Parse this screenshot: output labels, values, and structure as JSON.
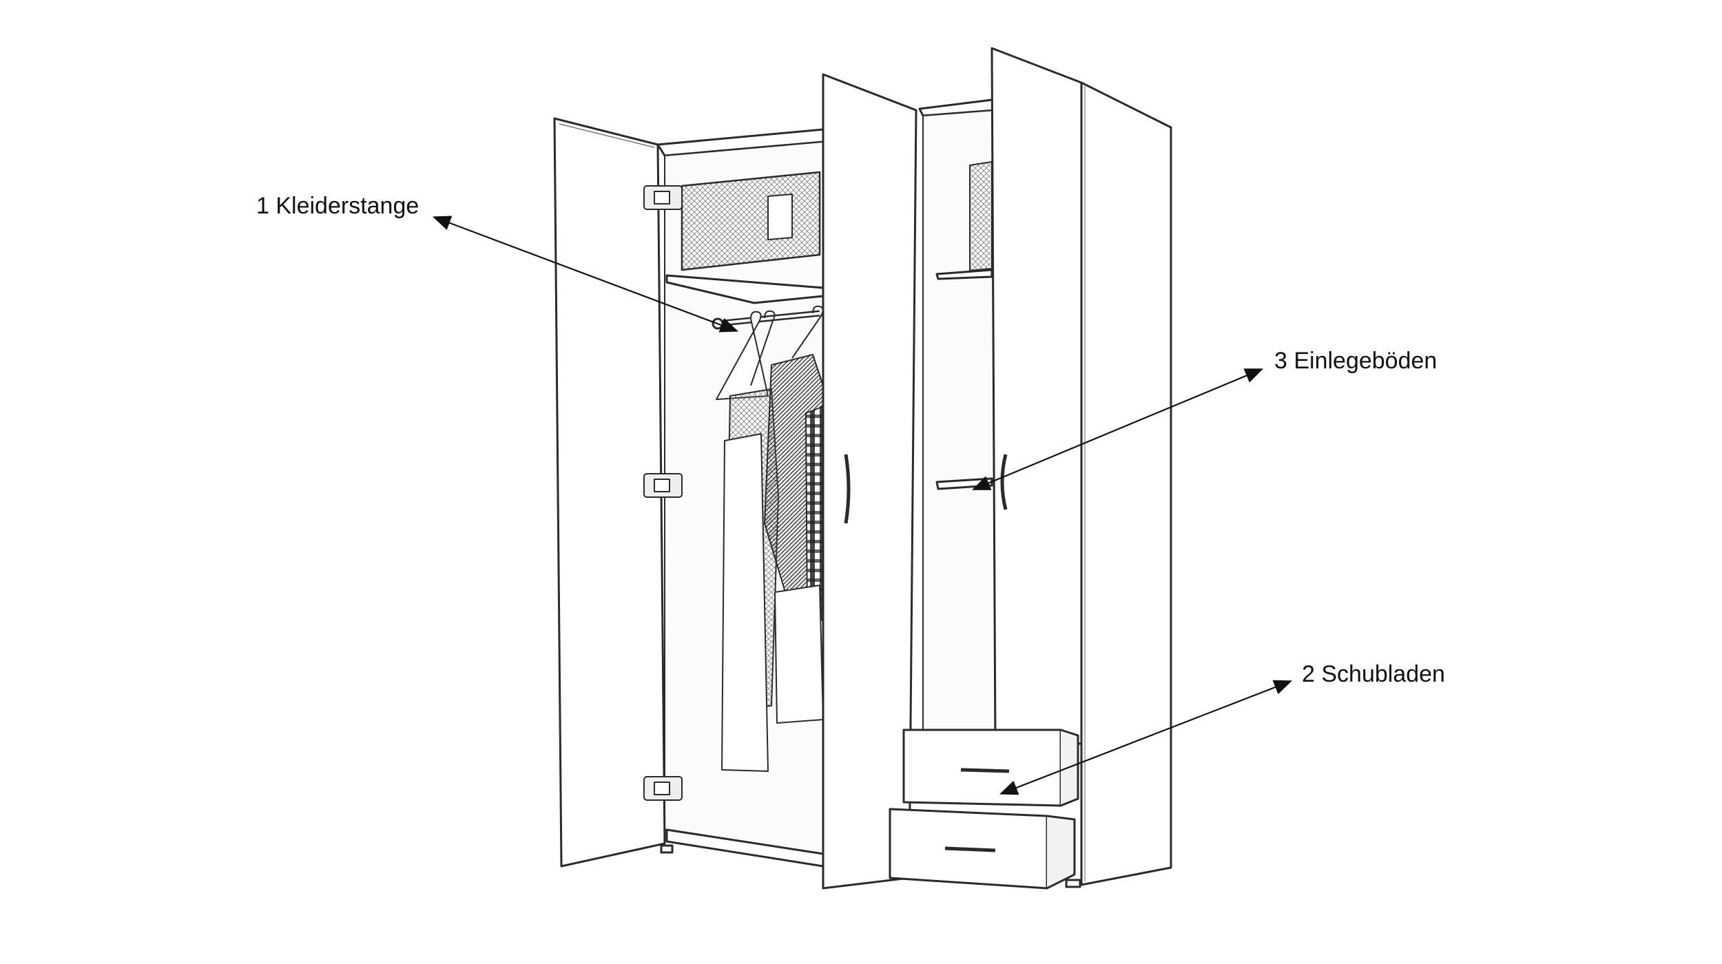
{
  "labels": {
    "rail": "1 Kleiderstange",
    "shelves": "3 Einlegeböden",
    "drawers": "2 Schubladen"
  },
  "colors": {
    "line": "#2a2a2a",
    "panel": "#ffffff",
    "shade": "#f2f2f2",
    "dark": "#555555"
  }
}
